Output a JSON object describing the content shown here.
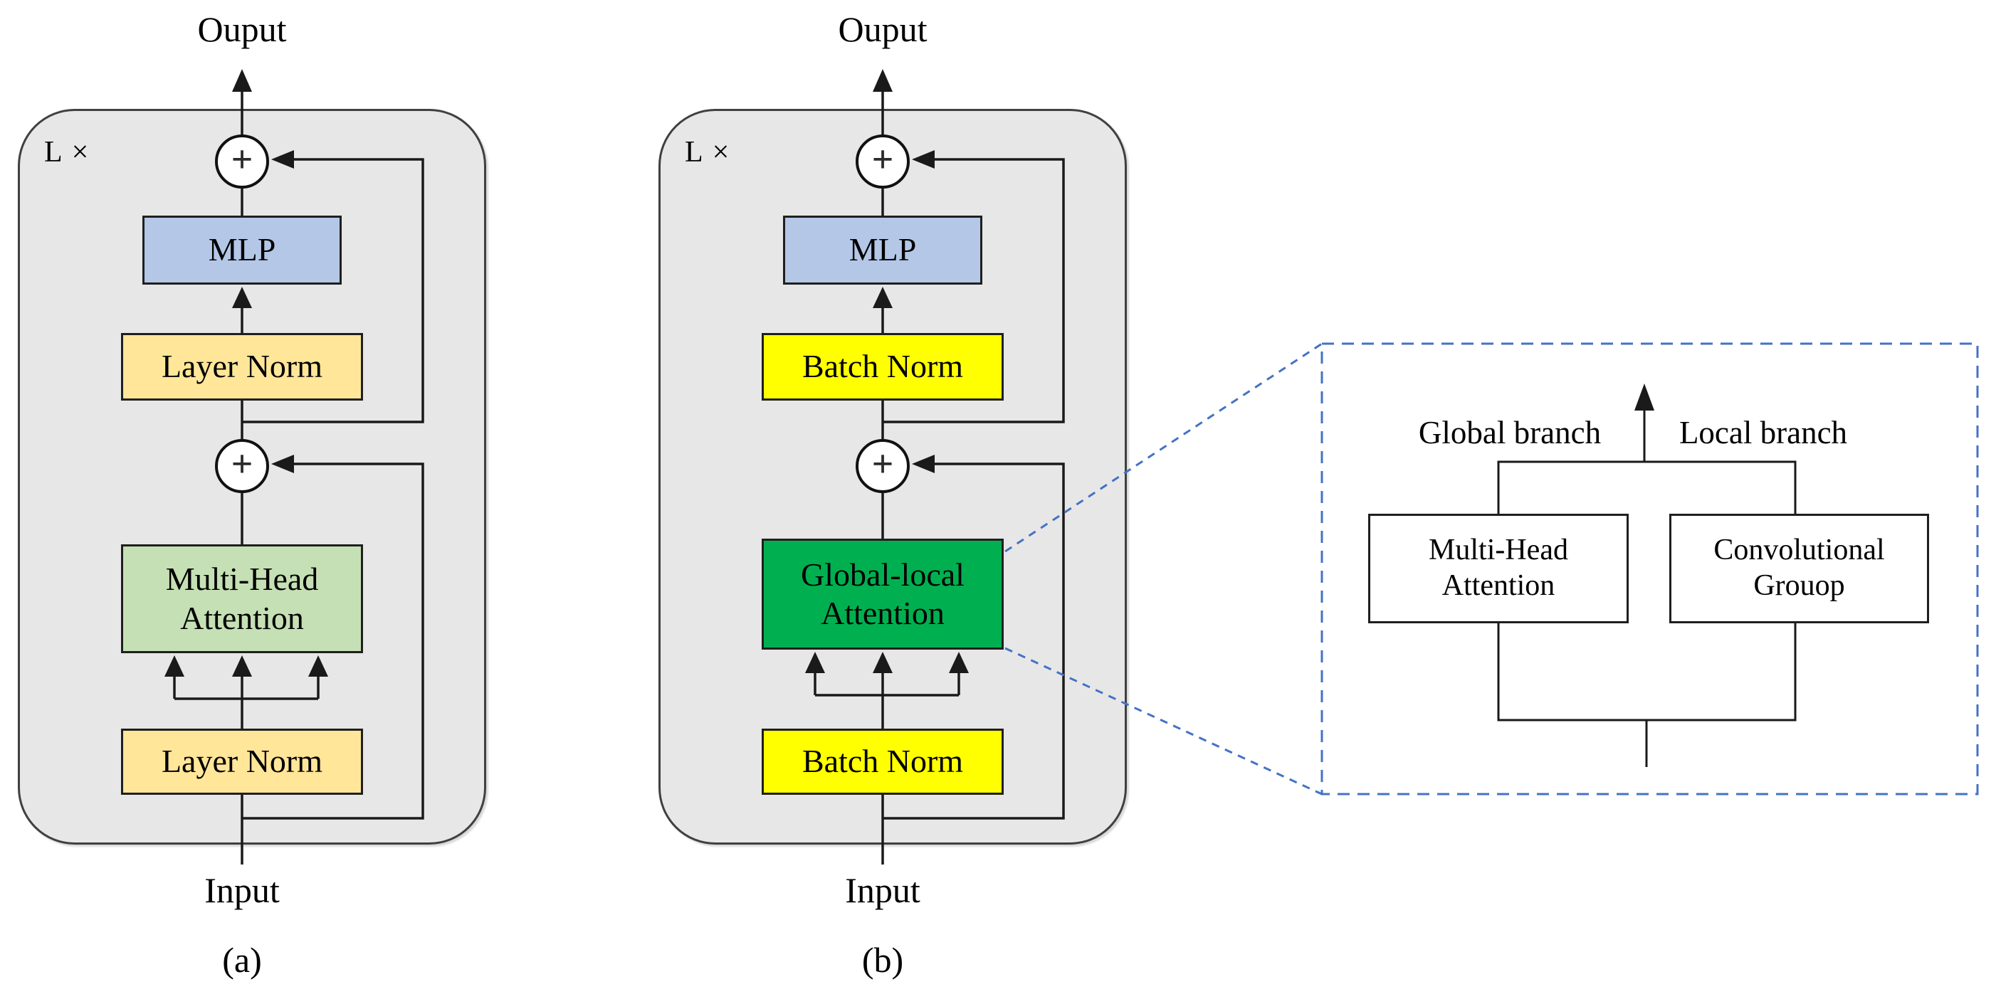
{
  "figure": {
    "panel_a": {
      "output_label": "Ouput",
      "repeat_label": "L ×",
      "plus_symbol": "+",
      "mlp_label": "MLP",
      "norm_top_label": "Layer Norm",
      "attention_label": "Multi-Head\nAttention",
      "norm_bottom_label": "Layer Norm",
      "input_label": "Input",
      "caption": "(a)"
    },
    "panel_b": {
      "output_label": "Ouput",
      "repeat_label": "L ×",
      "plus_symbol": "+",
      "mlp_label": "MLP",
      "norm_top_label": "Batch Norm",
      "attention_label": "Global-local\nAttention",
      "norm_bottom_label": "Batch Norm",
      "input_label": "Input",
      "caption": "(b)"
    },
    "detail": {
      "global_branch_label": "Global branch",
      "local_branch_label": "Local branch",
      "attention_box_label": "Multi-Head\nAttention",
      "conv_box_label": "Convolutional\nGrouop"
    },
    "colors": {
      "background": "#FFFFFF",
      "container_fill": "#E8E7E7",
      "container_border": "#404040",
      "line": "#1A1A1A",
      "mlp_fill": "#B4C7E7",
      "layer_norm_fill": "#FFE699",
      "multi_head_fill": "#C5E0B4",
      "batch_norm_fill": "#FFFF00",
      "global_local_fill": "#00B050",
      "callout_blue": "#4472C4",
      "box_border": "#1F1F1F",
      "detail_box_fill": "#FFFFFF"
    }
  }
}
